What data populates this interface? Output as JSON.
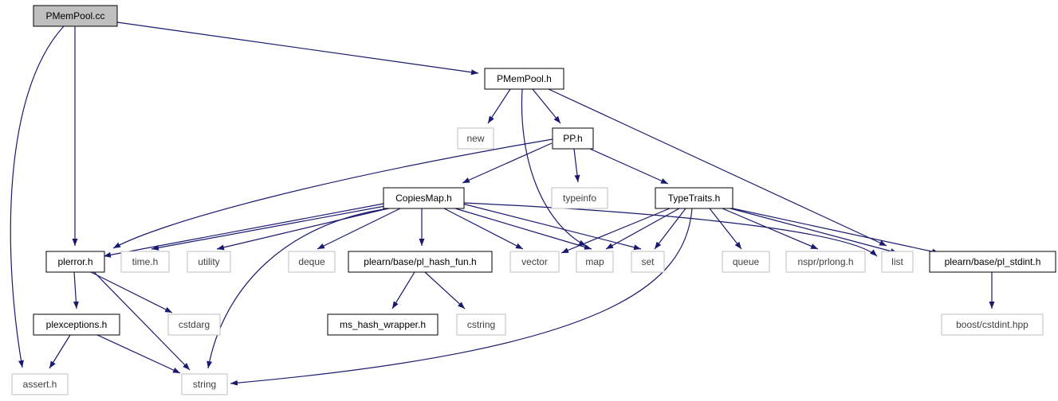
{
  "colors": {
    "edge": "#191970",
    "local_border": "#000000",
    "system_border": "#bfbfbf",
    "root_fill": "#bfbfbf",
    "node_fill": "#ffffff",
    "system_text": "#404040",
    "text": "#000000"
  },
  "nodes": {
    "pmempool_cc": "PMemPool.cc",
    "pmempool_h": "PMemPool.h",
    "new": "new",
    "pp_h": "PP.h",
    "typeinfo": "typeinfo",
    "copiesmap_h": "CopiesMap.h",
    "typetraits_h": "TypeTraits.h",
    "plerror_h": "plerror.h",
    "time_h": "time.h",
    "utility": "utility",
    "deque": "deque",
    "pl_hash_fun_h": "plearn/base/pl_hash_fun.h",
    "vector": "vector",
    "map": "map",
    "set": "set",
    "queue": "queue",
    "nspr_prlong_h": "nspr/prlong.h",
    "list": "list",
    "pl_stdint_h": "plearn/base/pl_stdint.h",
    "plexceptions_h": "plexceptions.h",
    "cstdarg": "cstdarg",
    "ms_hash_wrapper_h": "ms_hash_wrapper.h",
    "cstring": "cstring",
    "boost_cstdint_hpp": "boost/cstdint.hpp",
    "assert_h": "assert.h",
    "string": "string"
  }
}
